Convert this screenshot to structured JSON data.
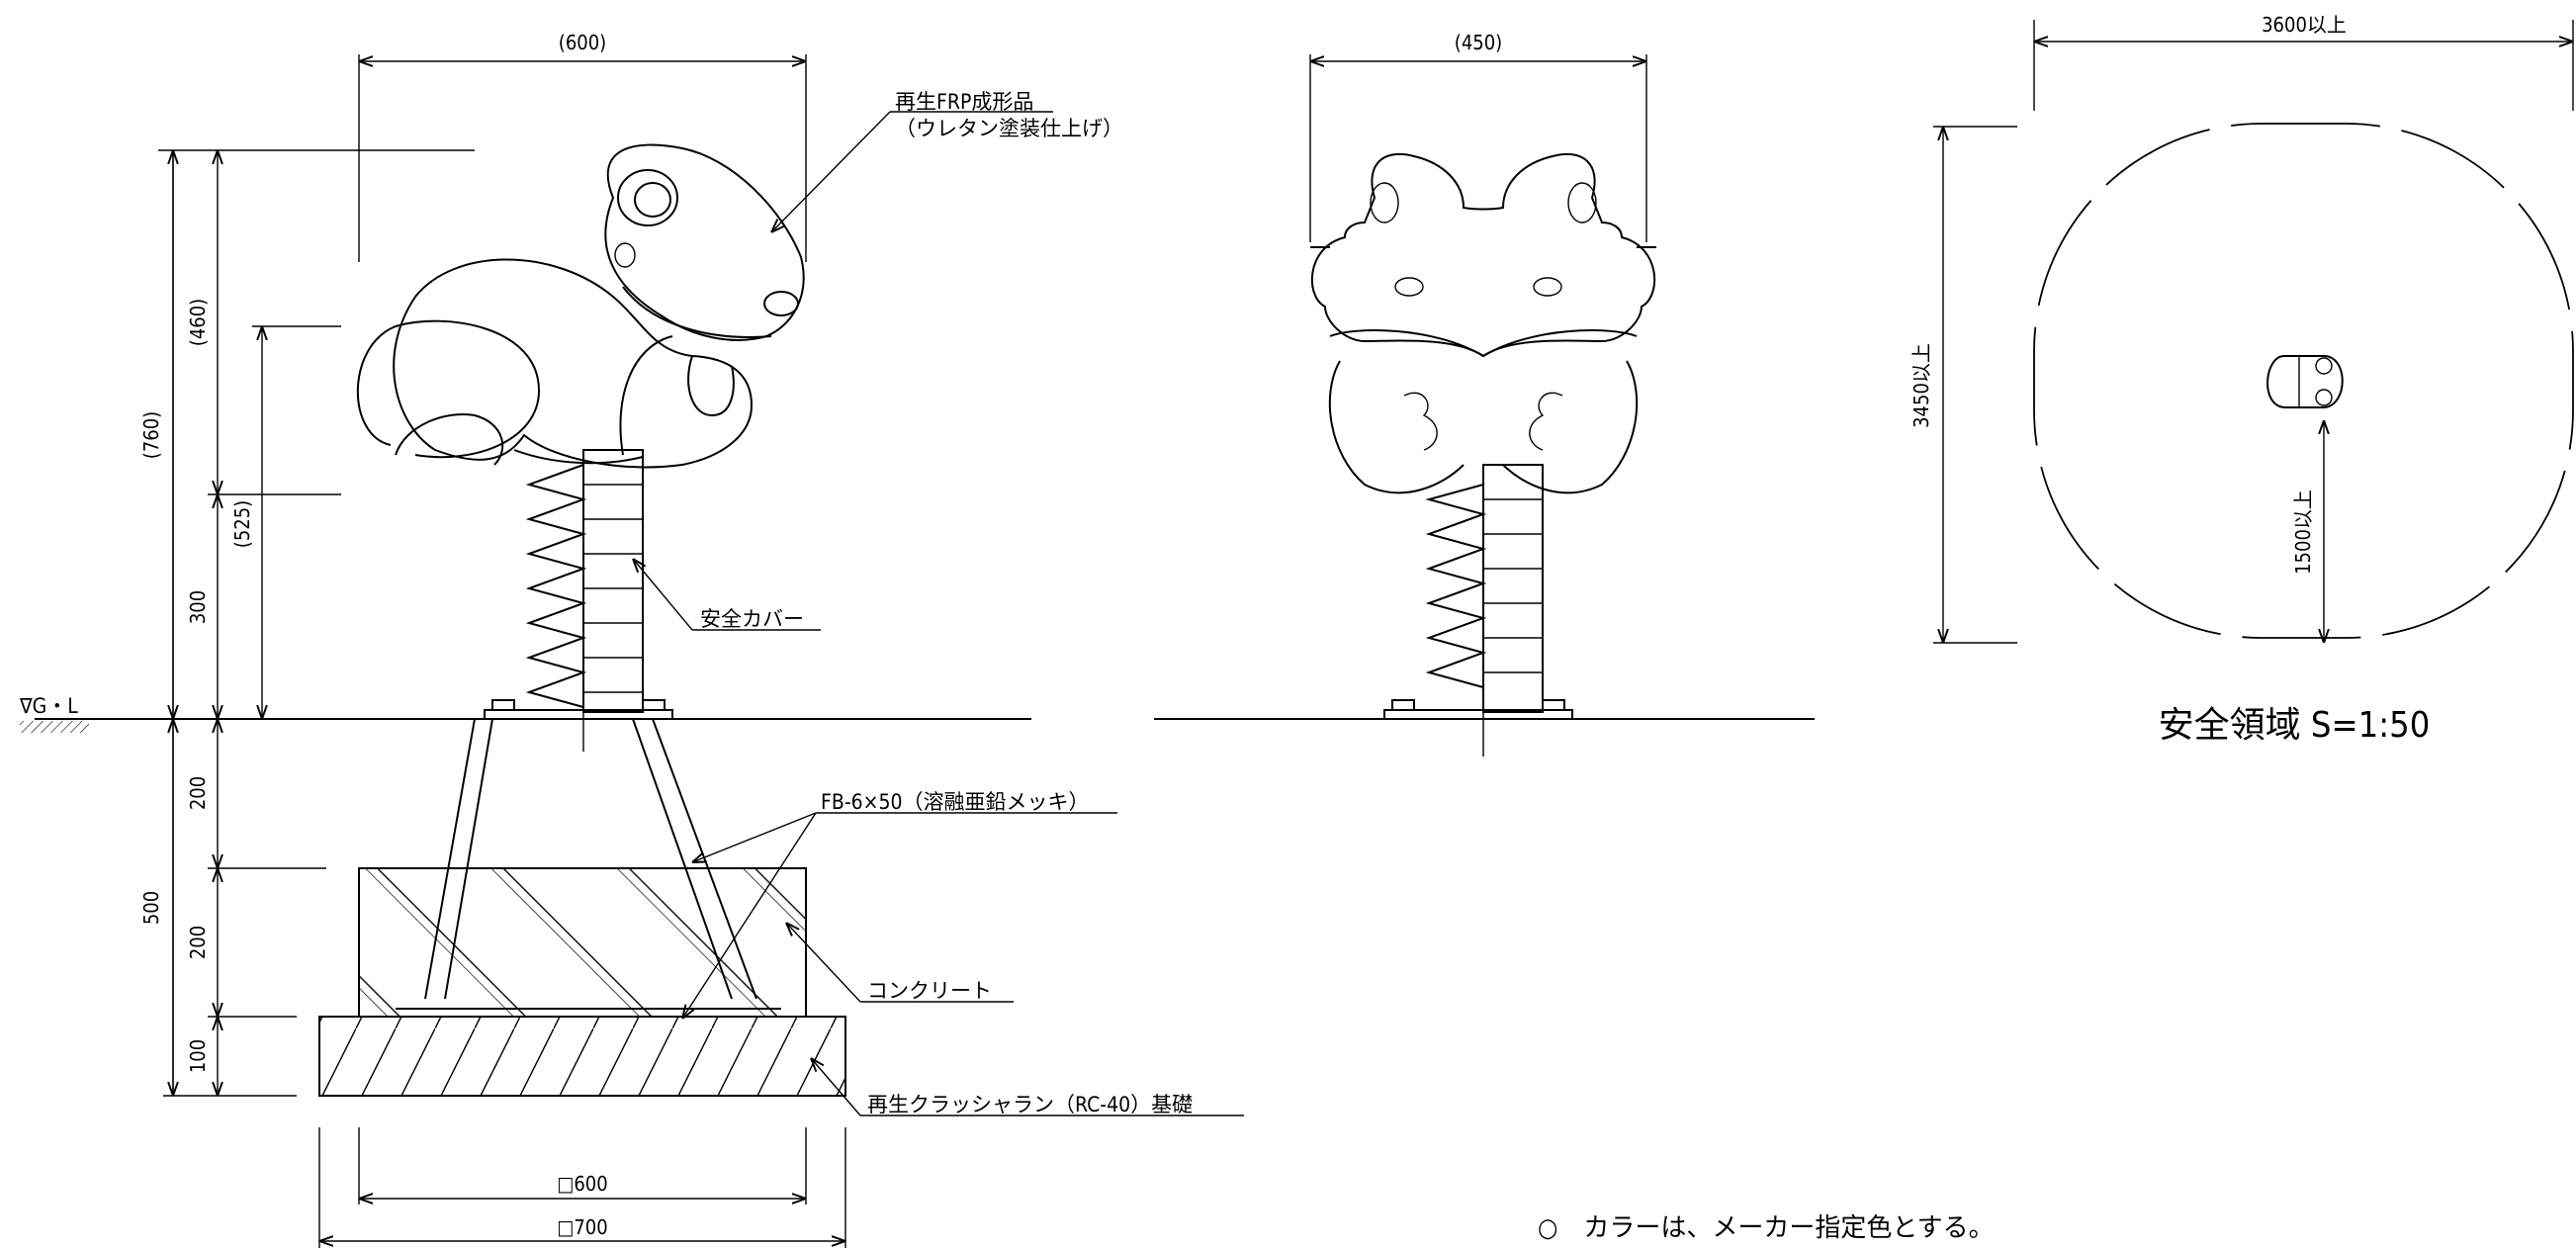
{
  "side_view": {
    "width_dim": "(600)",
    "h760": "(760)",
    "h460": "(460)",
    "h525": "(525)",
    "h300": "300",
    "gl_label": "∇G・L",
    "d200a": "200",
    "d500": "500",
    "d200b": "200",
    "d100": "100",
    "base600": "□600",
    "base700": "□700"
  },
  "front_view": {
    "width_dim": "(450)"
  },
  "labels": {
    "frp_line1": "再生FRP成形品",
    "frp_line2": "（ウレタン塗装仕上げ）",
    "cover": "安全カバー",
    "fb": "FB-6×50（溶融亜鉛メッキ）",
    "concrete": "コンクリート",
    "crusher": "再生クラッシャラン（RC-40）基礎"
  },
  "safety_area": {
    "width_dim": "3600以上",
    "height_dim": "3450以上",
    "radius_dim": "1500以上",
    "title": "安全領域 S=1:50"
  },
  "notes": {
    "note1": "○　カラーは、メーカー指定色とする。"
  }
}
